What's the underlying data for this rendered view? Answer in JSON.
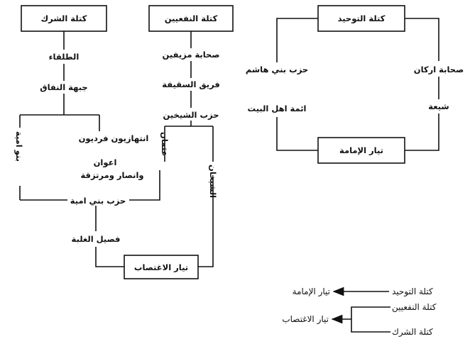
{
  "boxes": {
    "shirk": "كتلة الشرك",
    "nafiin": "كتلة النفعيين",
    "tawhid": "كتلة التوحيد",
    "imama": "تيار الإمامة",
    "ightisab": "تيار الاغتصاب"
  },
  "labels": {
    "tulaqa": "الطلقاء",
    "jabhat_nifaq": "جبهة النفاق",
    "opportunists": "انتهازيون فرديون",
    "aawan": "اعوان",
    "ansar": "وانصار ومرتزقة",
    "banu_umayya": "بنو امية",
    "uthman": "عثمان",
    "hizb_bani_umayya": "حزب بني امية",
    "fasil_ghalaba": "فصيل الغلبة",
    "sahaba_muzayfin": "صحابة مزيفين",
    "fariq_saqifa": "فريق السقيفة",
    "hizb_shaykhayn": "حزب الشيخين",
    "shaykhan": "الشيخان",
    "hizb_bani_hashim": "حزب بني هاشم",
    "aimma_ahl_bayt": "ائمة اهل البيت",
    "sahaba_arkan": "صحابة اركان",
    "shia": "شيعة"
  },
  "legend": {
    "tawhid": "كتلة التوحيد",
    "imama": "تيار الإمامة",
    "nafiin": "كتلة النفعيين",
    "shirk": "كتلة الشرك",
    "ightisab": "تيار الاغتصاب"
  }
}
